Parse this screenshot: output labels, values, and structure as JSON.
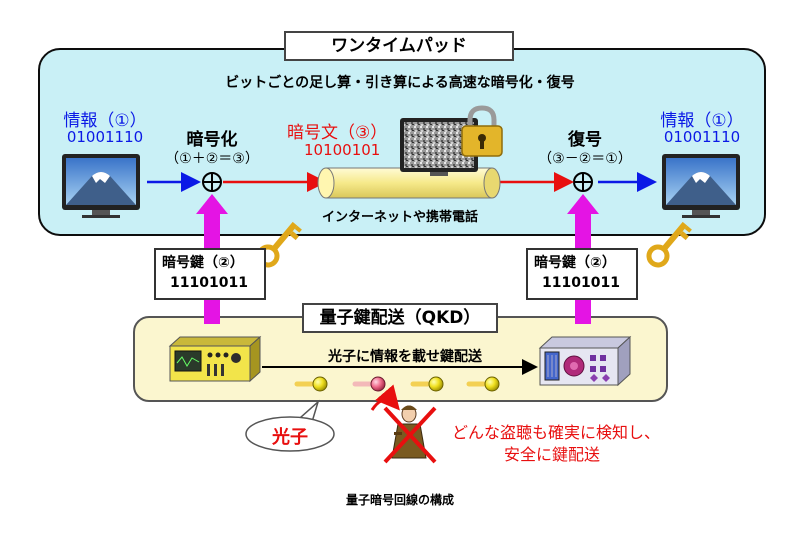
{
  "title": "ワンタイムパッド",
  "subtitle": "ビットごとの足し算・引き算による高速な暗号化・復号",
  "left_info": {
    "label": "情報（①）",
    "bits": "01001110"
  },
  "right_info": {
    "label": "情報（①）",
    "bits": "01001110"
  },
  "encrypt": {
    "label": "暗号化",
    "formula": "（①＋②＝③）"
  },
  "decrypt": {
    "label": "復号",
    "formula": "（③－②＝①）"
  },
  "ciphertext": {
    "label": "暗号文（③）",
    "bits": "10100101"
  },
  "channel_label": "インターネットや携帯電話",
  "key_left": {
    "label": "暗号鍵（②）",
    "bits": "11101011"
  },
  "key_right": {
    "label": "暗号鍵（②）",
    "bits": "11101011"
  },
  "qkd_title": "量子鍵配送（QKD）",
  "qkd_arrow_label": "光子に情報を載せ鍵配送",
  "photon_label": "光子",
  "eavesdrop_note": [
    "どんな盗聴も確実に検知し、",
    "安全に鍵配送"
  ],
  "caption": "量子暗号回線の構成",
  "colors": {
    "info_blue": "#0b19e6",
    "cipher_red": "#e80f0f",
    "key_arrow": "#e414e4",
    "top_panel": "#c9f0f6",
    "bottom_panel": "#fbf6cf"
  }
}
